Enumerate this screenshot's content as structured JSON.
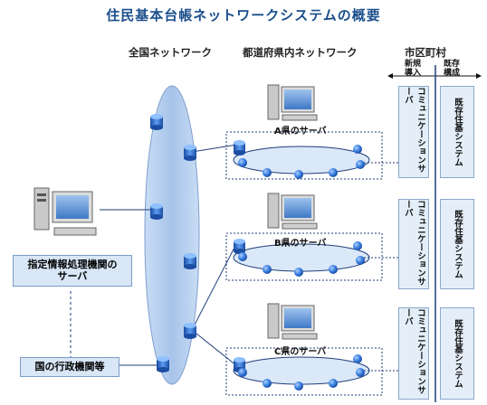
{
  "title": "住民基本台帳ネットワークシステムの概要",
  "columns": {
    "national": "全国ネットワーク",
    "prefecture": "都道府県内ネットワーク",
    "municipal": "市区町村"
  },
  "arrows": {
    "new": "新規\n導入",
    "existing": "既存\n構成"
  },
  "left": {
    "designated_server": "指定情報処理機関の\nサーバ",
    "national_agencies": "国の行政機関等"
  },
  "prefectures": [
    {
      "server_label": "A県のサーバ",
      "comm_server": "コミュニケーションサーバ",
      "existing_system": "既存住基システム"
    },
    {
      "server_label": "B県のサーバ",
      "comm_server": "コミュニケーションサーバ",
      "existing_system": "既存住基システム"
    },
    {
      "server_label": "C県のサーバ",
      "comm_server": "コミュニケーションサーバ",
      "existing_system": "既存住基システム"
    }
  ],
  "colors": {
    "title": "#1a4e8c",
    "backbone": "#9fbde3",
    "node": "#2f6fd0",
    "line": "#1f3e7a"
  }
}
